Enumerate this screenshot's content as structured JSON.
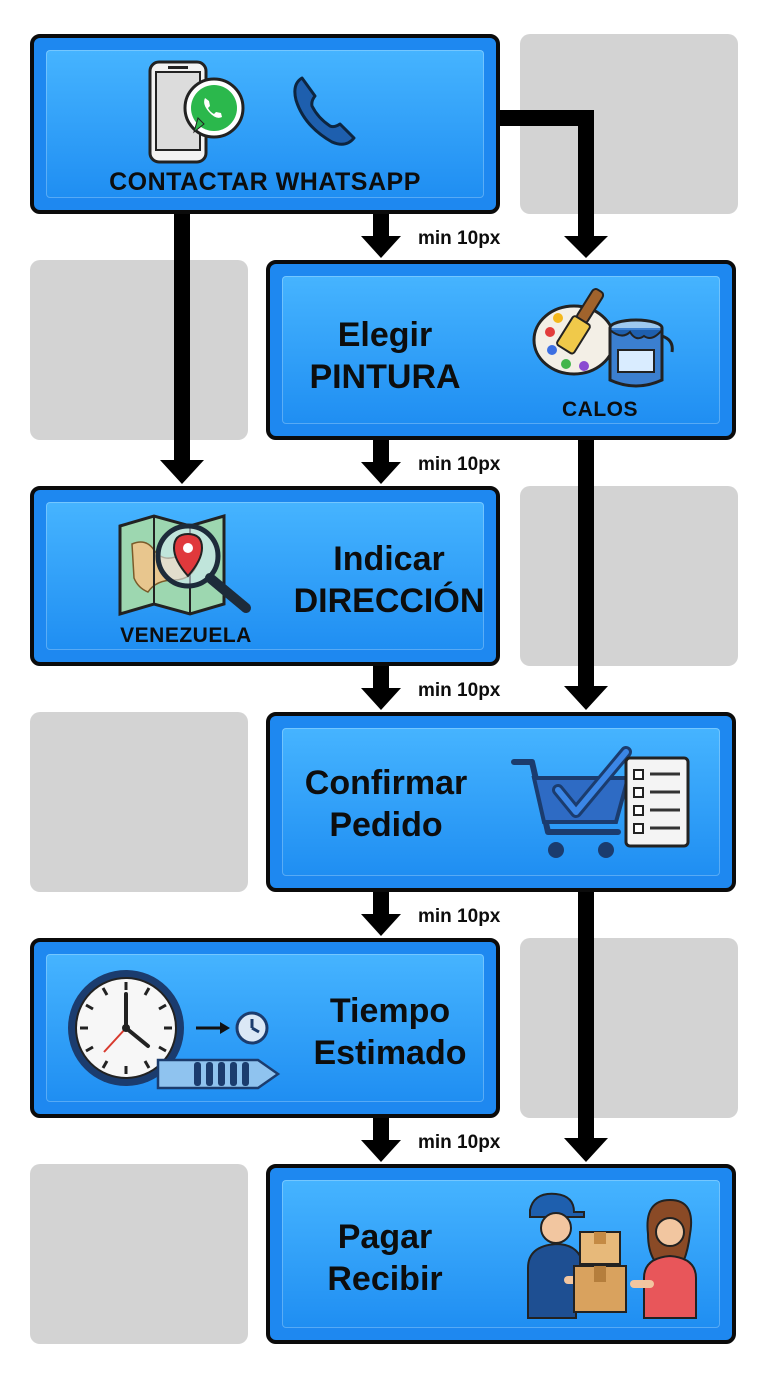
{
  "colors": {
    "card_fill": "#1e88f0",
    "card_inner_top": "#46b4ff",
    "card_border": "#0b0b0b",
    "arrow": "#000000",
    "placeholder": "#d3d3d3"
  },
  "steps": [
    {
      "id": "contactar",
      "title_lines": [
        "CONTACTAR WHATSAPP"
      ],
      "caption": "",
      "icons": [
        "smartphone-whatsapp-icon",
        "phone-icon"
      ]
    },
    {
      "id": "elegir",
      "title_lines": [
        "Elegir",
        "PINTURA"
      ],
      "caption": "CALOS",
      "icons": [
        "paint-palette-brush-icon",
        "paint-can-icon"
      ]
    },
    {
      "id": "indicar",
      "title_lines": [
        "Indicar",
        "DIRECCIÓN"
      ],
      "caption": "VENEZUELA",
      "icons": [
        "map-magnifier-pin-icon"
      ]
    },
    {
      "id": "confirmar",
      "title_lines": [
        "Confirmar",
        "Pedido"
      ],
      "caption": "",
      "icons": [
        "shopping-cart-check-icon",
        "checklist-icon"
      ]
    },
    {
      "id": "tiempo",
      "title_lines": [
        "Tiempo",
        "Estimado"
      ],
      "caption": "",
      "icons": [
        "clock-icon",
        "small-clock-icon",
        "progress-arrow-icon"
      ]
    },
    {
      "id": "pagar",
      "title_lines": [
        "Pagar",
        "Recibir"
      ],
      "caption": "",
      "icons": [
        "delivery-person-icon",
        "package-icon",
        "customer-icon"
      ]
    }
  ],
  "arrow_labels": [
    "min 10px",
    "min 10px",
    "min 10px",
    "min 10px",
    "min 10px"
  ]
}
